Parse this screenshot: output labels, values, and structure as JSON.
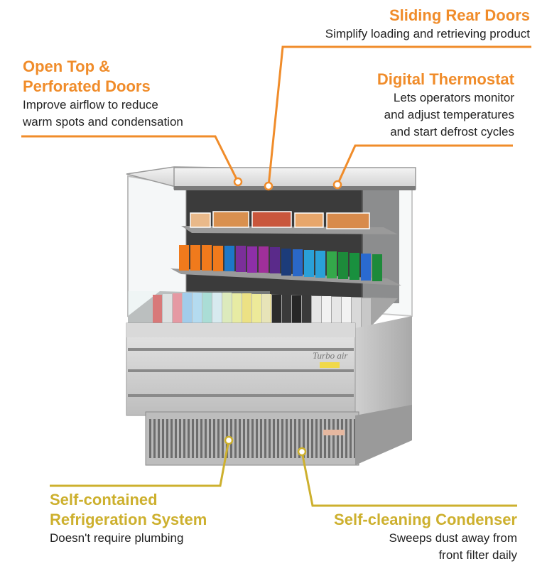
{
  "colors": {
    "orange": "#f08c2a",
    "gold": "#cdb02e",
    "text": "#222222"
  },
  "callouts": {
    "sliding_rear_doors": {
      "title": "Sliding Rear Doors",
      "desc": [
        "Simplify loading and retrieving product"
      ]
    },
    "open_top": {
      "title": [
        "Open Top &",
        "Perforated Doors"
      ],
      "desc": [
        "Improve airflow to reduce",
        "warm spots and condensation"
      ]
    },
    "digital_thermostat": {
      "title": "Digital Thermostat",
      "desc": [
        "Lets operators monitor",
        "and adjust temperatures",
        "and start defrost cycles"
      ]
    },
    "self_contained": {
      "title": [
        "Self-contained",
        "Refrigeration System"
      ],
      "desc": [
        "Doesn't require plumbing"
      ]
    },
    "self_cleaning": {
      "title": "Self-cleaning Condenser",
      "desc": [
        "Sweeps dust away from",
        "front filter daily"
      ]
    }
  },
  "product": {
    "brand": "Turbo air",
    "subject": "open-display-merchandiser"
  }
}
